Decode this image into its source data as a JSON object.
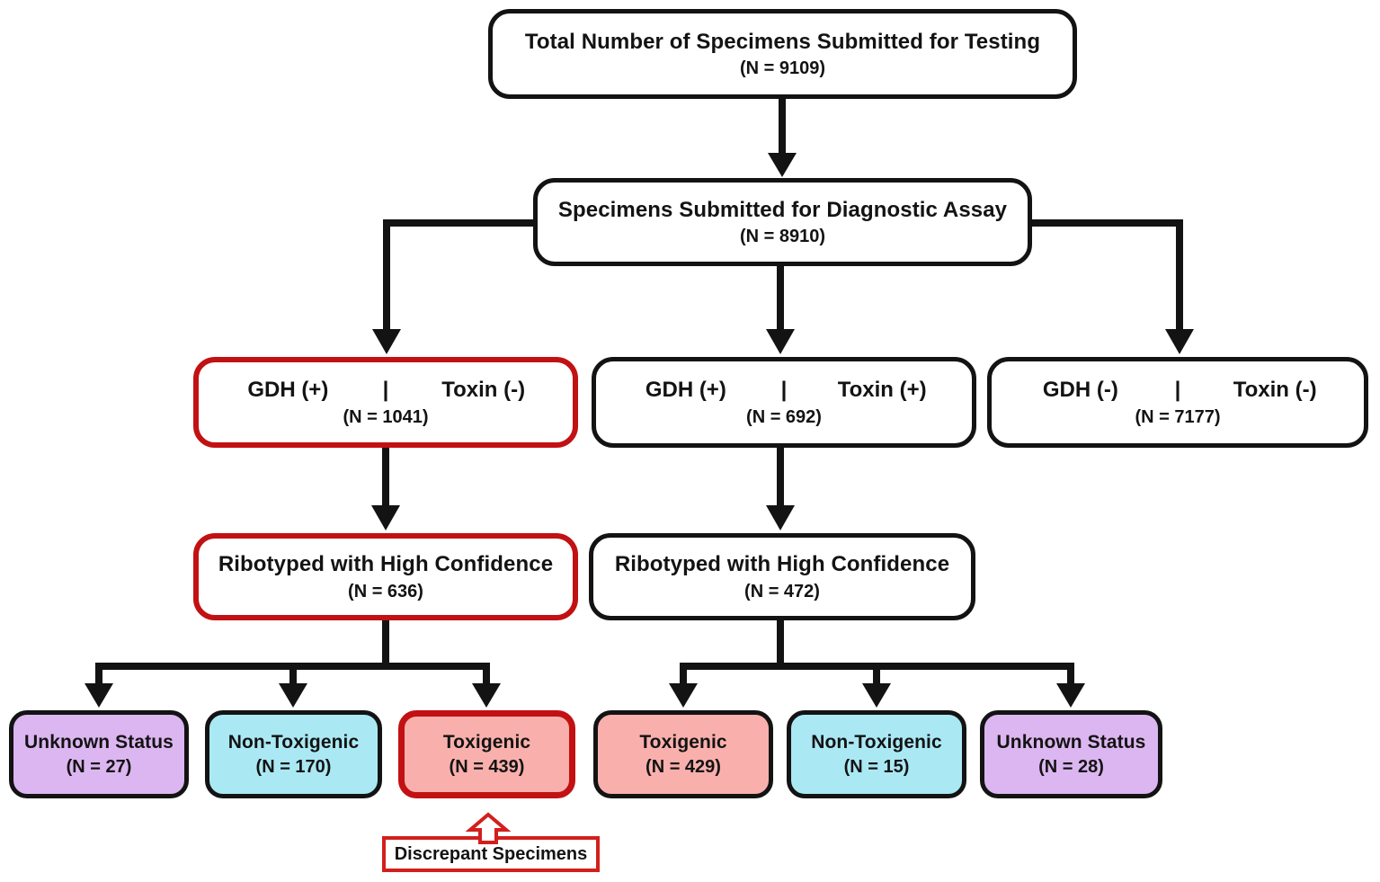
{
  "colors": {
    "outline_black": "#131313",
    "outline_red": "#c21113",
    "arrow_red": "#d31f1c",
    "fill_purple": "#dcb6f0",
    "fill_cyan": "#aae9f4",
    "fill_pink": "#f9b0ac",
    "fill_white": "#ffffff"
  },
  "nodes": {
    "total": {
      "label": "Total Number of Specimens Submitted for Testing",
      "count": "(N = 9109)"
    },
    "assay": {
      "label": "Specimens Submitted for Diagnostic Assay",
      "count": "(N = 8910)"
    },
    "gdh_pos_tox_neg": {
      "gdh": "GDH (+)",
      "divider": "|",
      "toxin": "Toxin (-)",
      "count": "(N = 1041)"
    },
    "gdh_pos_tox_pos": {
      "gdh": "GDH (+)",
      "divider": "|",
      "toxin": "Toxin (+)",
      "count": "(N = 692)"
    },
    "gdh_neg_tox_neg": {
      "gdh": "GDH (-)",
      "divider": "|",
      "toxin": "Toxin (-)",
      "count": "(N = 7177)"
    },
    "ribotyped_left": {
      "label": "Ribotyped with High Confidence",
      "count": "(N = 636)"
    },
    "ribotyped_right": {
      "label": "Ribotyped with High Confidence",
      "count": "(N = 472)"
    },
    "unknown_left": {
      "label": "Unknown Status",
      "count": "(N = 27)"
    },
    "nontoxigenic_left": {
      "label": "Non-Toxigenic",
      "count": "(N = 170)"
    },
    "toxigenic_left": {
      "label": "Toxigenic",
      "count": "(N = 439)"
    },
    "toxigenic_right": {
      "label": "Toxigenic",
      "count": "(N = 429)"
    },
    "nontoxigenic_right": {
      "label": "Non-Toxigenic",
      "count": "(N = 15)"
    },
    "unknown_right": {
      "label": "Unknown Status",
      "count": "(N = 28)"
    },
    "discrepant": {
      "label": "Discrepant Specimens"
    }
  }
}
